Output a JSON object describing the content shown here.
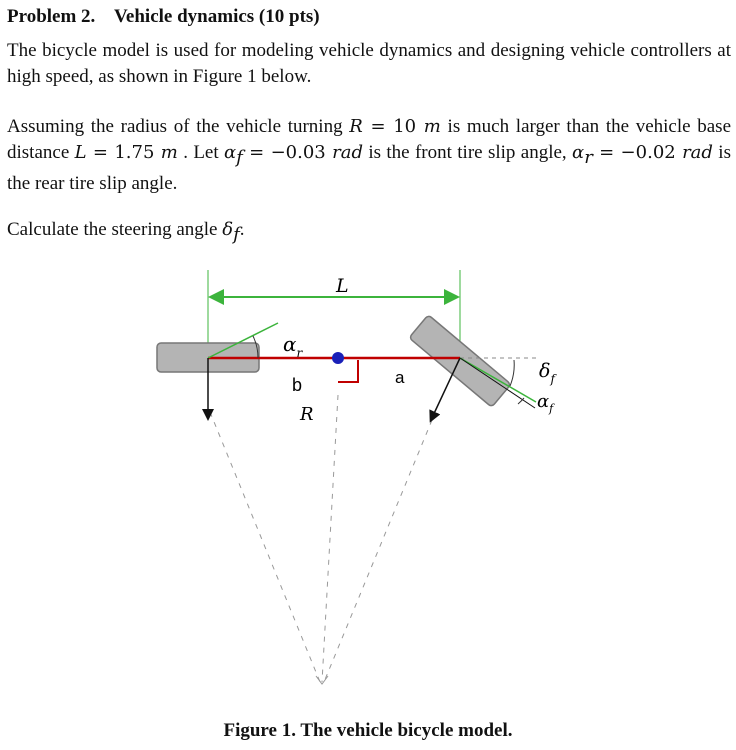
{
  "problem": {
    "heading": "Problem 2.    Vehicle dynamics (10 pts)"
  },
  "para1": {
    "text": "The bicycle model is used for modeling vehicle dynamics and designing vehicle controllers at high speed, as shown in Figure 1 below."
  },
  "para2": {
    "t1": "Assuming the radius of the vehicle turning ",
    "R_sym": "R",
    "R_val": " = 10 ",
    "R_unit": "m",
    "t2": " is much larger than the vehicle base distance ",
    "L_sym": "L",
    "L_val": " = 1.75 ",
    "L_unit": "m",
    "t3": " . Let ",
    "af_sym": "α",
    "af_sub": "f",
    "af_val": " = −0.03 ",
    "af_unit": "rad",
    "t4": " is the front tire slip angle, ",
    "ar_sym": "α",
    "ar_sub": "r",
    "ar_val": " = −0.02 ",
    "ar_unit": "rad",
    "t5": " is the rear tire slip angle."
  },
  "para3": {
    "t1": "Calculate the steering angle ",
    "df_sym": "δ",
    "df_sub": "f",
    "t2": "."
  },
  "figure": {
    "label_L": "L",
    "label_ar": "α",
    "label_ar_sub": "r",
    "label_b": "b",
    "label_a": "a",
    "label_R": "R",
    "label_df": "δ",
    "label_df_sub": "f",
    "label_af": "α",
    "label_af_sub": "f",
    "caption": "Figure 1. The vehicle bicycle model."
  },
  "colors": {
    "body_line": "#c00000",
    "dimension": "#3cb43c",
    "tire_fill": "#b4b4b4",
    "cg_dot": "#1a20b8"
  }
}
